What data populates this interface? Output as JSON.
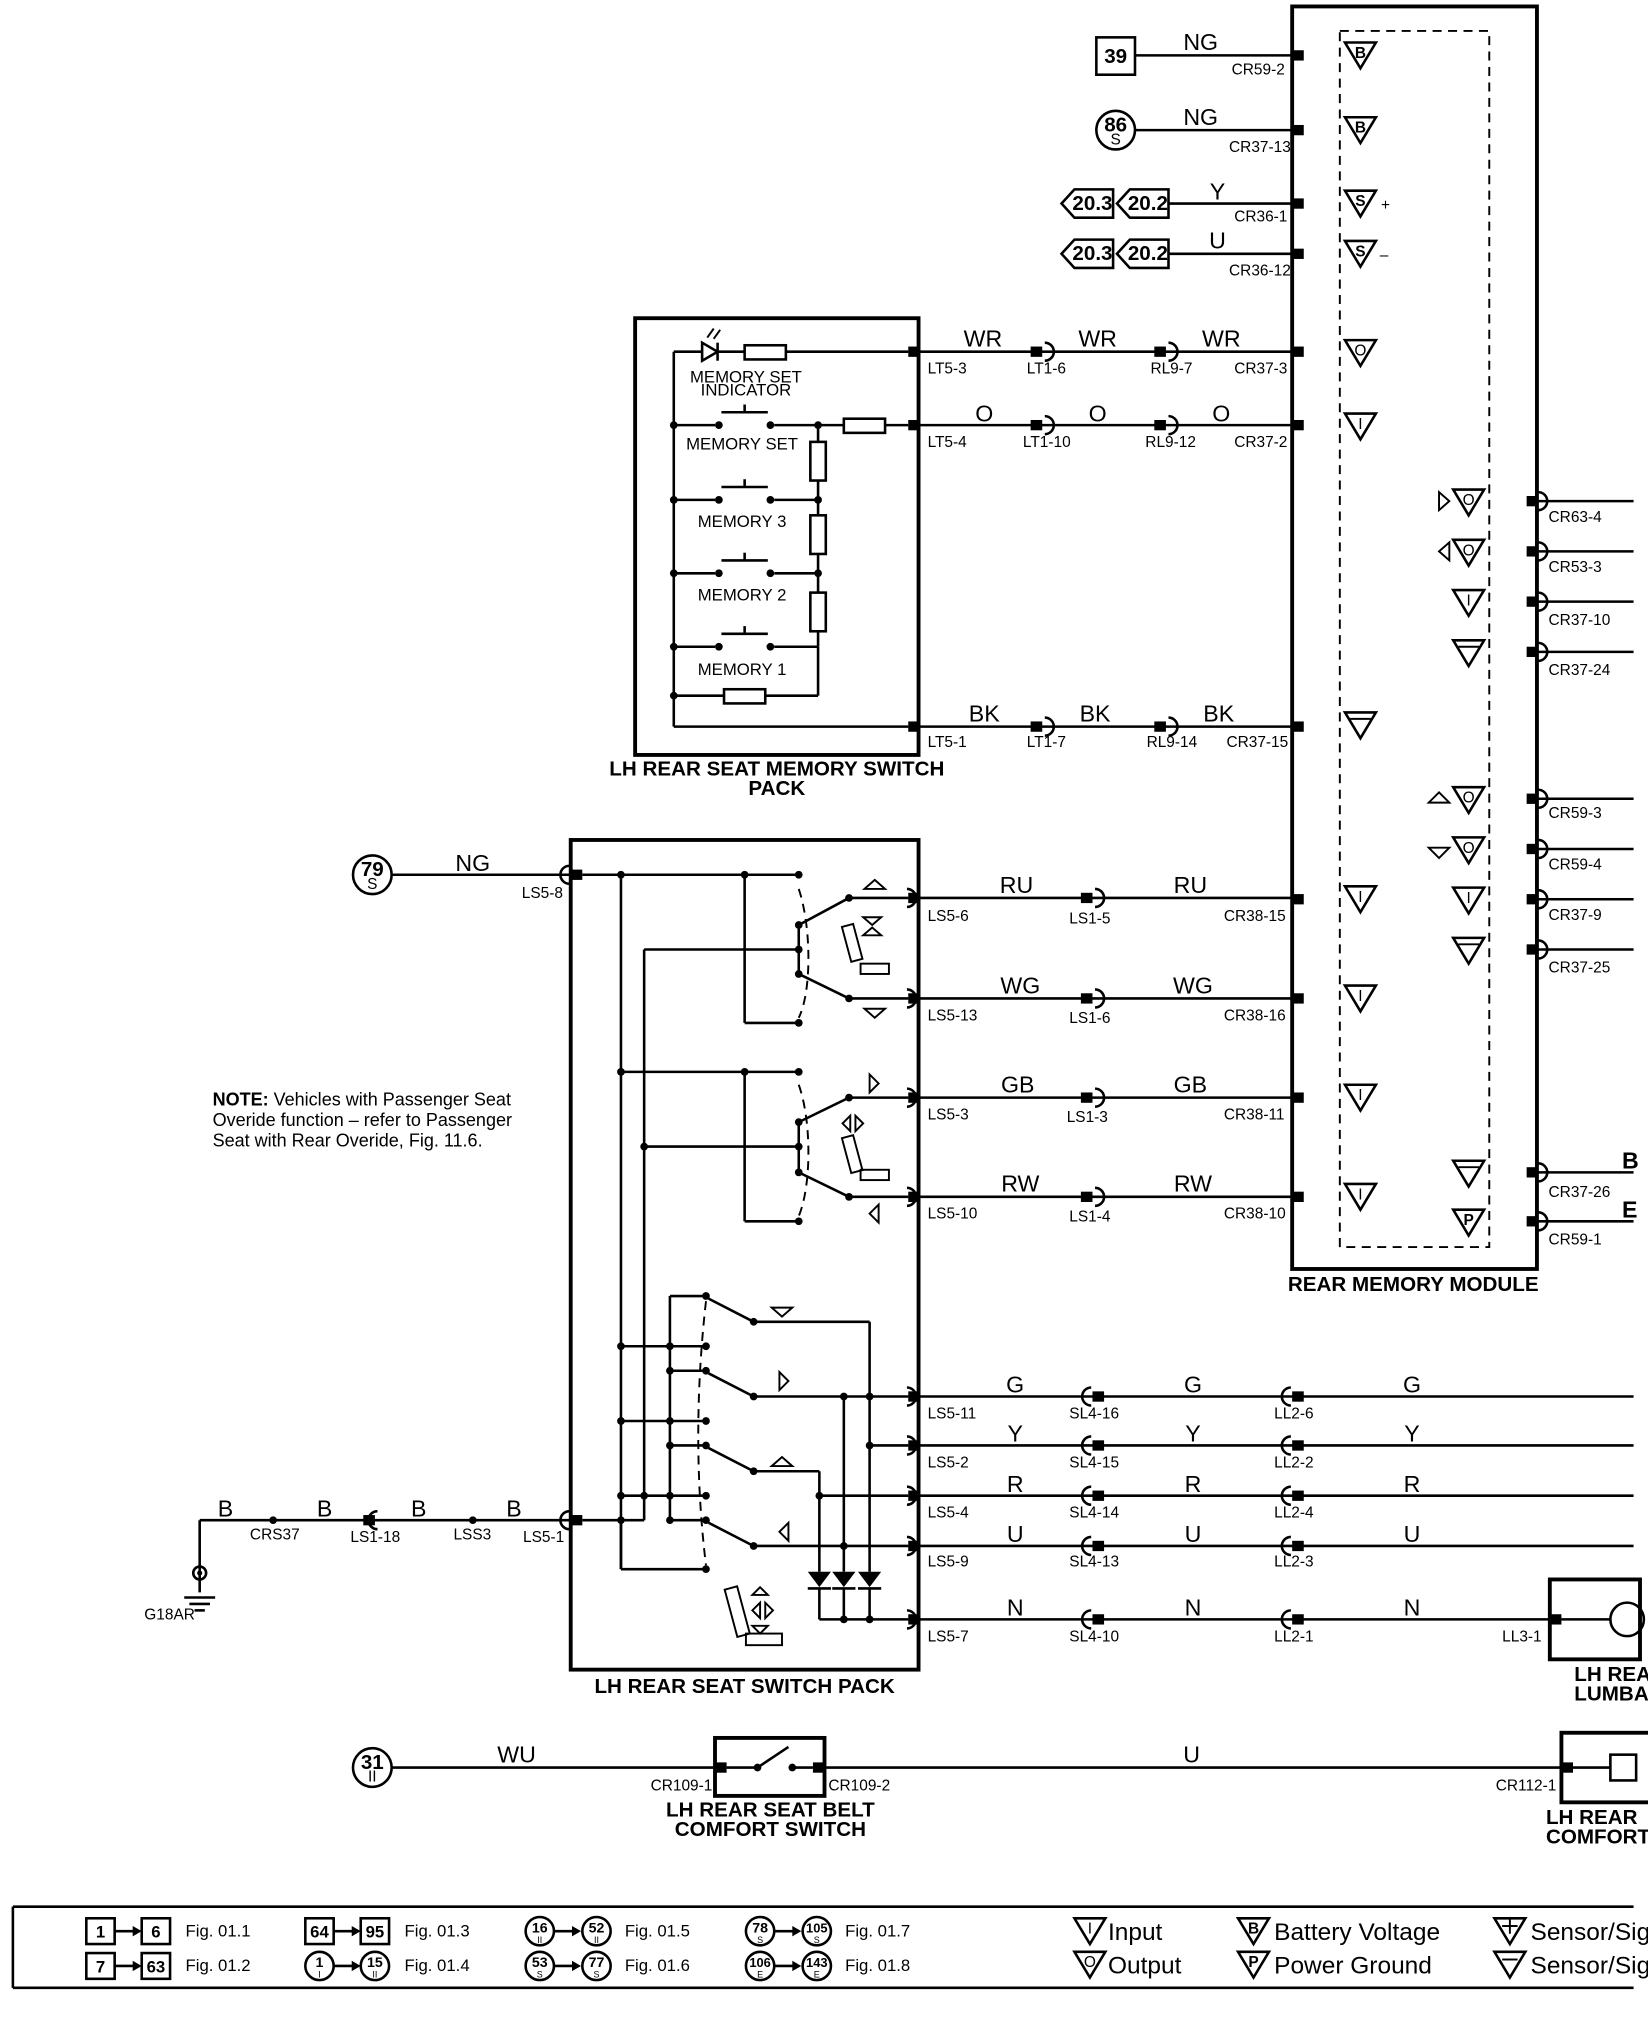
{
  "components": {
    "module": "REAR MEMORY MODULE",
    "memory_pack_l1": "LH REAR SEAT MEMORY SWITCH",
    "memory_pack_l2": "PACK",
    "switch_pack": "LH REAR SEAT SWITCH PACK",
    "belt_switch_l1": "LH REAR SEAT BELT",
    "belt_switch_l2": "COMFORT SWITCH",
    "lumbar_l1": "LH REA",
    "lumbar_l2": "LUMBA",
    "comfort_l1": "LH REAR",
    "comfort_l2": "COMFORT",
    "ground": "G18AR"
  },
  "switch_labels": {
    "indicator_l1": "MEMORY SET",
    "indicator_l2": "INDICATOR",
    "memory_set": "MEMORY SET",
    "memory3": "MEMORY 3",
    "memory2": "MEMORY 2",
    "memory1": "MEMORY 1"
  },
  "refs": {
    "r39": "39",
    "r86": "86",
    "r86s": "S",
    "r79": "79",
    "r79s": "S",
    "r31": "31",
    "r31s": "II",
    "r203a": "20.3",
    "r202a": "20.2",
    "r203b": "20.3",
    "r202b": "20.2"
  },
  "wires": [
    {
      "color": "NG",
      "connector": "CR59-2"
    },
    {
      "color": "NG",
      "connector": "CR37-13"
    },
    {
      "color": "Y",
      "connector": "CR36-1"
    },
    {
      "color": "U",
      "connector": "CR36-12"
    },
    {
      "color": "WR",
      "connectors": [
        "LT5-3",
        "LT1-6",
        "RL9-7",
        "CR37-3"
      ]
    },
    {
      "color": "O",
      "connectors": [
        "LT5-4",
        "LT1-10",
        "RL9-12",
        "CR37-2"
      ]
    },
    {
      "color": "BK",
      "connectors": [
        "LT5-1",
        "LT1-7",
        "RL9-14",
        "CR37-15"
      ]
    },
    {
      "color": "NG",
      "connector": "LS5-8"
    },
    {
      "color": "RU",
      "connectors": [
        "LS5-6",
        "LS1-5",
        "CR38-15"
      ]
    },
    {
      "color": "WG",
      "connectors": [
        "LS5-13",
        "LS1-6",
        "CR38-16"
      ]
    },
    {
      "color": "GB",
      "connectors": [
        "LS5-3",
        "LS1-3",
        "CR38-11"
      ]
    },
    {
      "color": "RW",
      "connectors": [
        "LS5-10",
        "LS1-4",
        "CR38-10"
      ]
    },
    {
      "color": "G",
      "connectors": [
        "LS5-11",
        "SL4-16",
        "LL2-6"
      ]
    },
    {
      "color": "Y",
      "connectors": [
        "LS5-2",
        "SL4-15",
        "LL2-2"
      ]
    },
    {
      "color": "R",
      "connectors": [
        "LS5-4",
        "SL4-14",
        "LL2-4"
      ]
    },
    {
      "color": "U",
      "connectors": [
        "LS5-9",
        "SL4-13",
        "LL2-3"
      ]
    },
    {
      "color": "N",
      "connectors": [
        "LS5-7",
        "SL4-10",
        "LL2-1",
        "LL3-1"
      ]
    },
    {
      "color": "B",
      "connectors": [
        "CRS37",
        "LS1-18",
        "LSS3",
        "LS5-1"
      ]
    },
    {
      "color": "WU",
      "connector": "CR109-1"
    },
    {
      "color": "U",
      "connectors": [
        "CR109-2",
        "CR112-1"
      ]
    }
  ],
  "right_pins": [
    "CR63-4",
    "CR53-3",
    "CR37-10",
    "CR37-24",
    "CR59-3",
    "CR59-4",
    "CR37-9",
    "CR37-25",
    "CR37-26",
    "CR59-1"
  ],
  "right_edge_letters": [
    "B",
    "E"
  ],
  "pin_glyphs": {
    "input": "I",
    "output": "O",
    "battery": "B",
    "power_ground": "P",
    "sensor": "S"
  },
  "note": {
    "bold": "NOTE:",
    "l1": " Vehicles with Passenger Seat",
    "l2": "Overide function – refer to Passenger",
    "l3": "Seat with Rear Overide, Fig. 11.6."
  },
  "legend": {
    "refs": [
      {
        "from": "1",
        "to": "6",
        "fig": "Fig. 01.1"
      },
      {
        "from": "7",
        "to": "63",
        "fig": "Fig. 01.2"
      },
      {
        "from": "64",
        "to": "95",
        "fig": "Fig. 01.3"
      },
      {
        "from": "1",
        "fs": "I",
        "to": "15",
        "ts": "II",
        "fig": "Fig. 01.4"
      },
      {
        "from": "16",
        "fs": "II",
        "to": "52",
        "ts": "II",
        "fig": "Fig. 01.5"
      },
      {
        "from": "53",
        "fs": "S",
        "to": "77",
        "ts": "S",
        "fig": "Fig. 01.6"
      },
      {
        "from": "78",
        "fs": "S",
        "to": "105",
        "ts": "S",
        "fig": "Fig. 01.7"
      },
      {
        "from": "106",
        "fs": "E",
        "to": "143",
        "ts": "E",
        "fig": "Fig. 01.8"
      }
    ],
    "input": "Input",
    "output": "Output",
    "battery": "Battery Voltage",
    "power_ground": "Power Ground",
    "sensor_a": "Sensor/Sign",
    "sensor_b": "Sensor/Sign"
  }
}
